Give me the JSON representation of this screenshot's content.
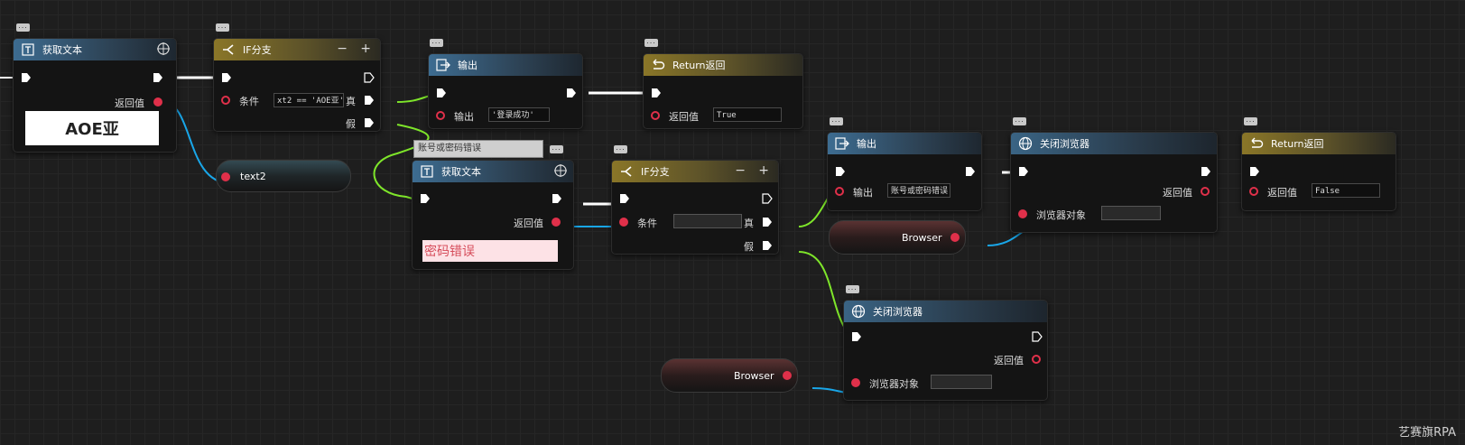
{
  "nodes": {
    "get_text_1": {
      "title": "获取文本",
      "return_label": "返回值",
      "preview_text": "AOE亚"
    },
    "if_1": {
      "title": "IF分支",
      "minus": "−",
      "plus": "+",
      "cond_label": "条件",
      "cond_value": "xt2 == 'AOE亚'",
      "true_label": "真",
      "false_label": "假"
    },
    "output_1": {
      "title": "输出",
      "label": "输出",
      "value": "'登录成功'"
    },
    "return_1": {
      "title": "Return返回",
      "label": "返回值",
      "value": "True"
    },
    "text2_var": {
      "label": "text2"
    },
    "tooltip_input": {
      "value": "账号或密码错误"
    },
    "get_text_2": {
      "title": "获取文本",
      "return_label": "返回值",
      "preview_text": "密码错误"
    },
    "if_2": {
      "title": "IF分支",
      "minus": "−",
      "plus": "+",
      "cond_label": "条件",
      "cond_value": "",
      "true_label": "真",
      "false_label": "假"
    },
    "output_2": {
      "title": "输出",
      "label": "输出",
      "value": "账号或密码错误!'"
    },
    "close_browser_1": {
      "title": "关闭浏览器",
      "return_label": "返回值",
      "obj_label": "浏览器对象",
      "obj_value": ""
    },
    "return_2": {
      "title": "Return返回",
      "label": "返回值",
      "value": "False"
    },
    "browser_var_1": {
      "label": "Browser"
    },
    "close_browser_2": {
      "title": "关闭浏览器",
      "return_label": "返回值",
      "obj_label": "浏览器对象",
      "obj_value": ""
    },
    "browser_var_2": {
      "label": "Browser"
    }
  },
  "watermark": "艺赛旗RPA",
  "colors": {
    "exec_wire": "#ffffff",
    "true_wire": "#7ee52a",
    "data_wire": "#19a6e8",
    "pin_red": "#e0304a"
  },
  "icons": {
    "get_text": "text-box-icon",
    "if": "branch-icon",
    "output": "output-arrow-icon",
    "return": "return-arrow-icon",
    "browser": "globe-icon",
    "target": "crosshair-icon",
    "comment": "comment-icon"
  }
}
